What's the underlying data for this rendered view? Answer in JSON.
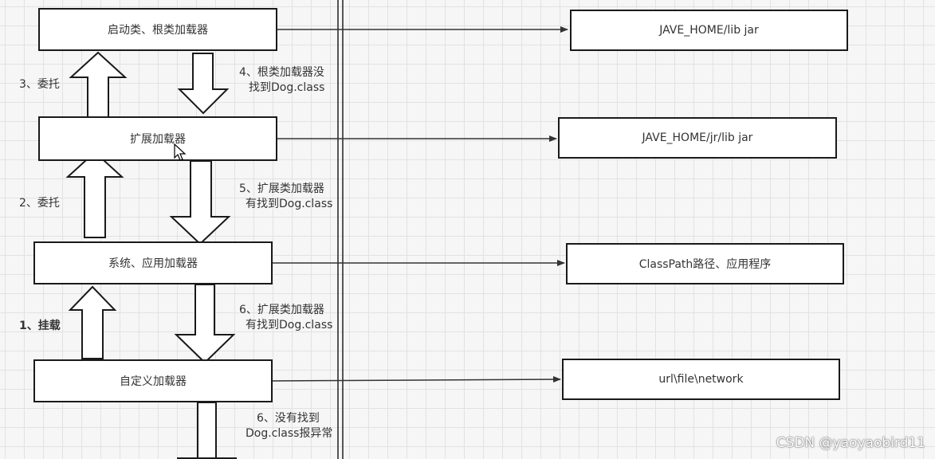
{
  "loaders": [
    {
      "label": "启动类、根类加载器",
      "target": "JAVE_HOME/lib jar"
    },
    {
      "label": "扩展加载器",
      "target": "JAVE_HOME/jr/lib  jar"
    },
    {
      "label": "系统、应用加载器",
      "target": "ClassPath路径、应用程序"
    },
    {
      "label": "自定义加载器",
      "target": "url\\file\\network"
    }
  ],
  "delegate_notes": [
    "3、委托",
    "2、委托",
    "1、挂载"
  ],
  "fallback_notes": [
    {
      "line1": "4、根类加载器没",
      "line2": "找到Dog.class"
    },
    {
      "line1": "5、扩展类加载器",
      "line2": "有找到Dog.class"
    },
    {
      "line1": "6、扩展类加载器",
      "line2": "有找到Dog.class"
    },
    {
      "line1": "6、没有找到",
      "line2": "Dog.class报异常"
    }
  ],
  "watermark": "CSDN @yaoyaobird11"
}
